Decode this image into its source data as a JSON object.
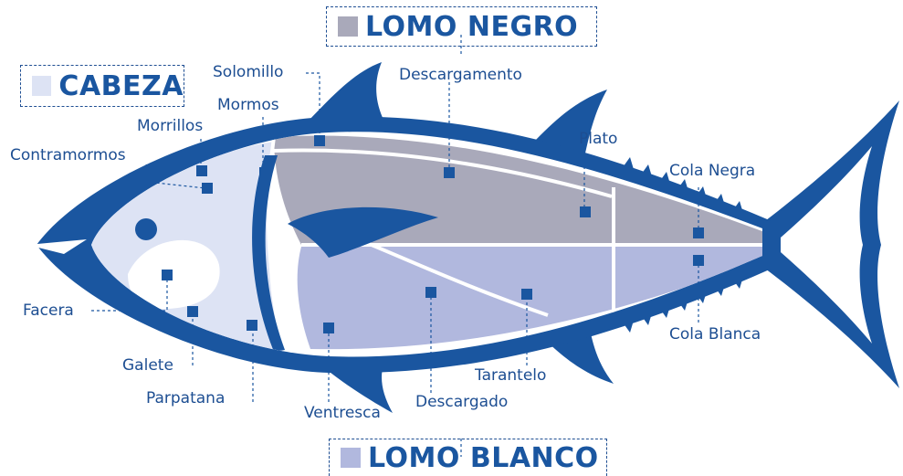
{
  "colors": {
    "brand_blue": "#1a56a0",
    "lomo_negro": "#a9a9ba",
    "lomo_blanco": "#b1b8de",
    "cabeza": "#dde3f4"
  },
  "sections": {
    "lomo_negro": "LOMO NEGRO",
    "lomo_blanco": "LOMO BLANCO",
    "cabeza": "CABEZA"
  },
  "labels": {
    "solomillo": "Solomillo",
    "descargamento": "Descargamento",
    "mormos": "Mormos",
    "morrillos": "Morrillos",
    "contramormos": "Contramormos",
    "plato": "Plato",
    "cola_negra": "Cola Negra",
    "cola_blanca": "Cola Blanca",
    "facera": "Facera",
    "galete": "Galete",
    "parpatana": "Parpatana",
    "ventresca": "Ventresca",
    "descargado": "Descargado",
    "tarantelo": "Tarantelo"
  },
  "icons": {
    "fish": "tuna-fish-silhouette",
    "eye": "fish-eye"
  }
}
